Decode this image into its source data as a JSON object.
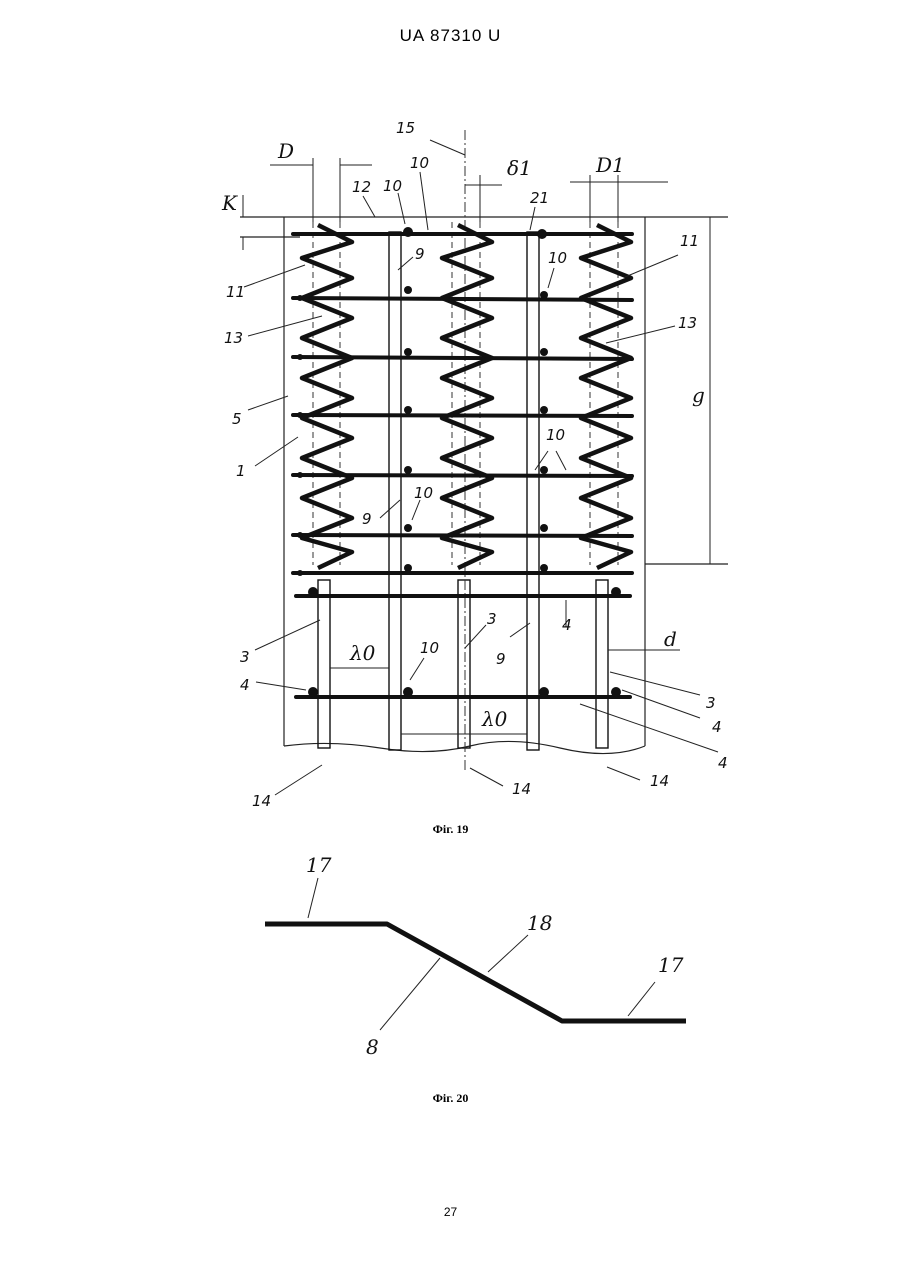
{
  "header": "UA   87310   U",
  "figures": [
    {
      "caption": "Фіг. 19",
      "labels": {
        "l15": "15",
        "l10a": "10",
        "l10b": "10",
        "l12": "12",
        "lK": "K",
        "lD": "D",
        "lDelta1": "δ1",
        "lD1": "D1",
        "l21": "21",
        "l11a": "11",
        "l11b": "11",
        "l13a": "13",
        "l13b": "13",
        "l5": "5",
        "l1": "1",
        "l9a": "9",
        "l9b": "9",
        "l9c": "9",
        "l10c": "10",
        "l10d": "10",
        "l10e": "10",
        "l10f": "10",
        "lg": "g",
        "l3a": "3",
        "l3b": "3",
        "l3c": "3",
        "l4a": "4",
        "l4b": "4",
        "l4c": "4",
        "l4d": "4",
        "lLam1": "λ0",
        "lLam2": "λ0",
        "ld": "d",
        "l14a": "14",
        "l14b": "14",
        "l14c": "14"
      }
    },
    {
      "caption": "Фіг. 20",
      "labels": {
        "l17a": "17",
        "l17b": "17",
        "l18": "18",
        "l8": "8"
      }
    }
  ],
  "page_number": "27"
}
